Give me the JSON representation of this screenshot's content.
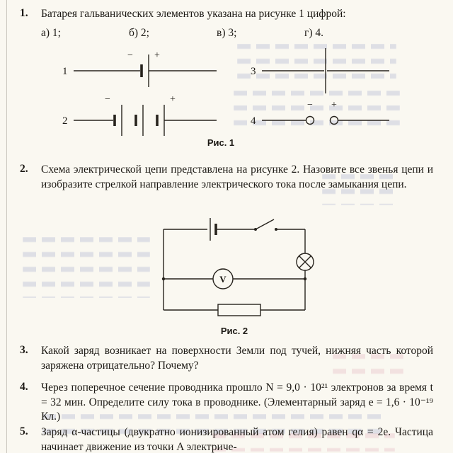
{
  "page": {
    "background": "#faf8f1",
    "ink": "#1c1914",
    "bleed_blue": "#5a6ab0",
    "bleed_pink": "#c75f82"
  },
  "problems": [
    {
      "number": "1.",
      "text": "Батарея гальванических элементов указана на рисунке 1 цифрой:",
      "options": [
        {
          "label": "а) 1;"
        },
        {
          "label": "б) 2;"
        },
        {
          "label": "в) 3;"
        },
        {
          "label": "г) 4."
        }
      ]
    },
    {
      "number": "2.",
      "text": "Схема электрической цепи представлена на рисунке 2. Назовите все звенья цепи и изобразите стрелкой направление электрического тока после замыкания цепи."
    },
    {
      "number": "3.",
      "text": "Какой заряд возникает на поверхности Земли под тучей, нижняя часть которой заряжена отрицательно? Почему?"
    },
    {
      "number": "4.",
      "text": "Через поперечное сечение проводника прошло N = 9,0 · 10²¹ электронов за время t = 32 мин. Определите силу тока в проводнике. (Элементарный заряд e = 1,6 · 10⁻¹⁹ Кл.)"
    },
    {
      "number": "5.",
      "text": "Заряд α-частицы (двукратно ионизированный атом гелия) равен qα = 2e. Частица начинает движение из точки A электриче-"
    }
  ],
  "figure1": {
    "caption": "Рис. 1",
    "labels": {
      "item1": "1",
      "item2": "2",
      "item3": "3",
      "item4": "4"
    },
    "signs": {
      "minus": "−",
      "plus": "+"
    }
  },
  "figure2": {
    "caption": "Рис. 2",
    "voltmeter": "V"
  }
}
